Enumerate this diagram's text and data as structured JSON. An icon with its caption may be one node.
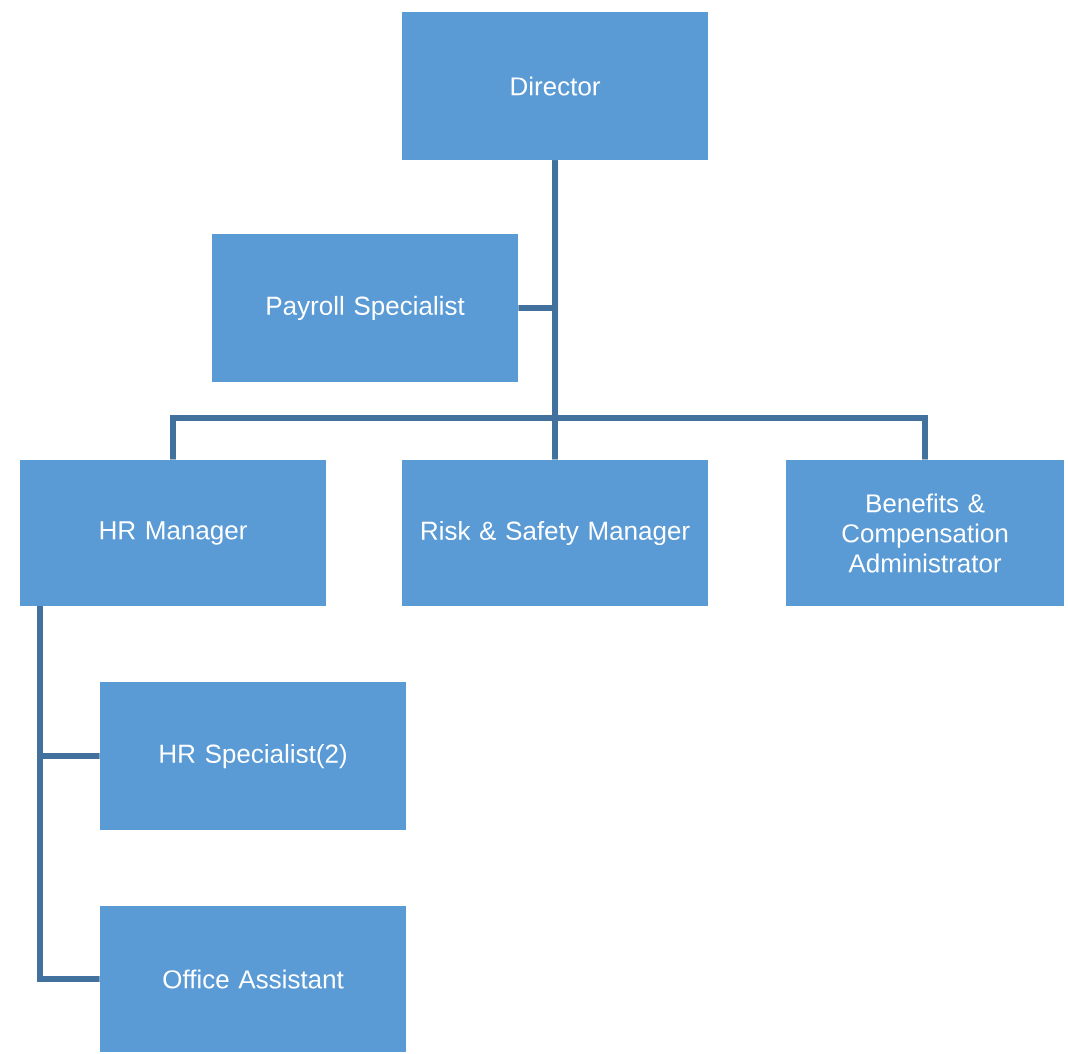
{
  "diagram": {
    "nodes": [
      {
        "text": [
          "Director"
        ]
      },
      {
        "text": [
          "Payroll Specialist"
        ]
      },
      {
        "text": [
          "HR Manager"
        ]
      },
      {
        "text": [
          "Risk & Safety Manager"
        ]
      },
      {
        "text": [
          "Benefits & Compensation Administrator"
        ]
      },
      {
        "text": [
          "HR Specialist(2)"
        ]
      },
      {
        "text": [
          "Office Assistant"
        ]
      }
    ],
    "edges": [
      {
        "from": 0,
        "to": 1,
        "arrow": "none"
      },
      {
        "from": 0,
        "to": 2,
        "arrow": "none"
      },
      {
        "from": 0,
        "to": 3,
        "arrow": "none"
      },
      {
        "from": 0,
        "to": 4,
        "arrow": "none"
      },
      {
        "from": 2,
        "to": 5,
        "arrow": "none"
      },
      {
        "from": 2,
        "to": 6,
        "arrow": "none"
      }
    ]
  }
}
